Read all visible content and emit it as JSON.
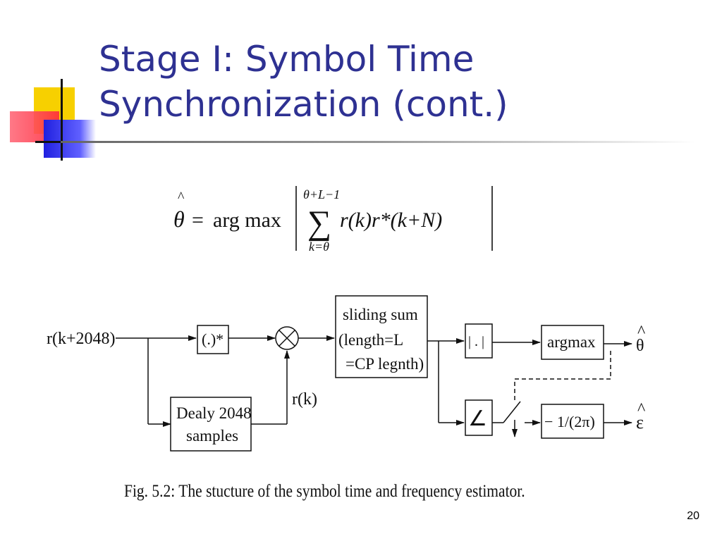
{
  "slide": {
    "title_line1": "Stage I: Symbol Time",
    "title_line2": "Synchronization (cont.)",
    "page_number": "20",
    "title_color": "#2e3192"
  },
  "equation": {
    "lhs": "θ",
    "hat": "^",
    "equals": "=",
    "operator": "arg max",
    "sum_upper": "θ+L−1",
    "sum_lower": "k=θ",
    "sigma": "∑",
    "summand": "r(k)r*(k+N)"
  },
  "diagram": {
    "input_label": "r(k+2048)",
    "conjugate_block": "(.)*",
    "multiplier_symbol": "⊗",
    "delay_block_line1": "Dealy 2048",
    "delay_block_line2": "samples",
    "delayed_signal_label": "r(k)",
    "sliding_sum_line1": "sliding sum",
    "sliding_sum_line2": "(length=L",
    "sliding_sum_line3": "=CP legnth)",
    "abs_block": "| . |",
    "argmax_block": "argmax",
    "angle_block": "∠",
    "scale_block": "− 1/(2π)",
    "theta_output": "θ",
    "theta_hat": "^",
    "epsilon_output": "ε",
    "epsilon_hat": "^",
    "caption": "Fig. 5.2: The stucture of the symbol time and frequency estimator."
  }
}
